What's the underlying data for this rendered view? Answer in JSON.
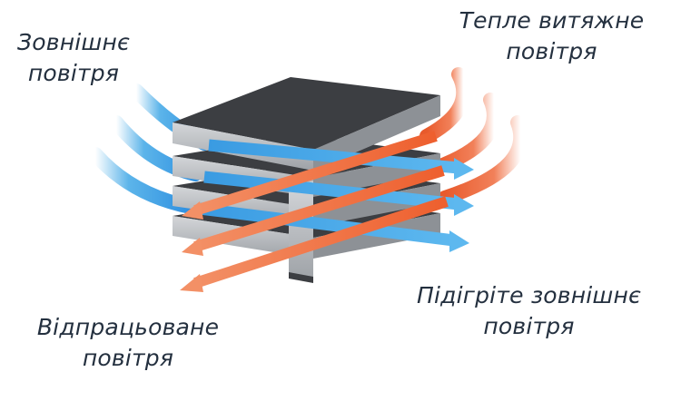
{
  "labels": {
    "outdoor_air": {
      "line1": "Зовнішнє",
      "line2": "повітря"
    },
    "warm_exhaust_air": {
      "line1": "Тепле витяжне",
      "line2": "повітря"
    },
    "used_air": {
      "line1": "Відпрацьоване",
      "line2": "повітря"
    },
    "heated_outdoor_air": {
      "line1": "Підігріте зовнішнє",
      "line2": "повітря"
    }
  },
  "colors": {
    "cold_air": "#3fa7e6",
    "warm_air": "#ef6a3c",
    "plate_top": "#3c3e42",
    "plate_side": "#b9bcc0"
  }
}
